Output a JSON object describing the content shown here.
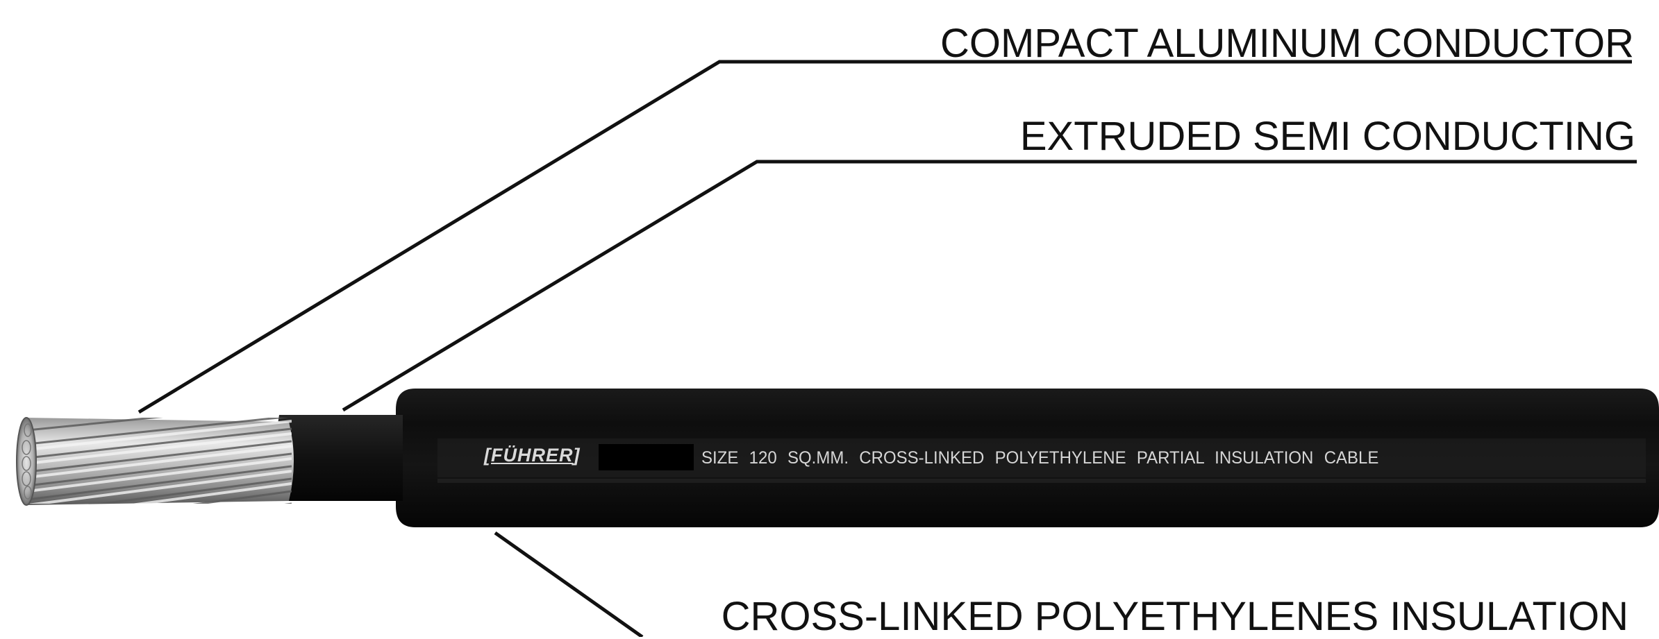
{
  "callouts": {
    "conductor": "COMPACT ALUMINUM CONDUCTOR",
    "semi_conducting": "EXTRUDED SEMI CONDUCTING",
    "insulation": "CROSS-LINKED POLYETHYLENES INSULATION"
  },
  "cable_print": {
    "brand": "FÜHRER",
    "text": "SIZE 120 SQ.MM. CROSS-LINKED POLYETHYLENE PARTIAL INSULATION CABLE"
  },
  "colors": {
    "jacket": "#0d0d0d",
    "conductor_metal": "#c9c9c9",
    "lines": "#111111",
    "background": "#ffffff"
  }
}
